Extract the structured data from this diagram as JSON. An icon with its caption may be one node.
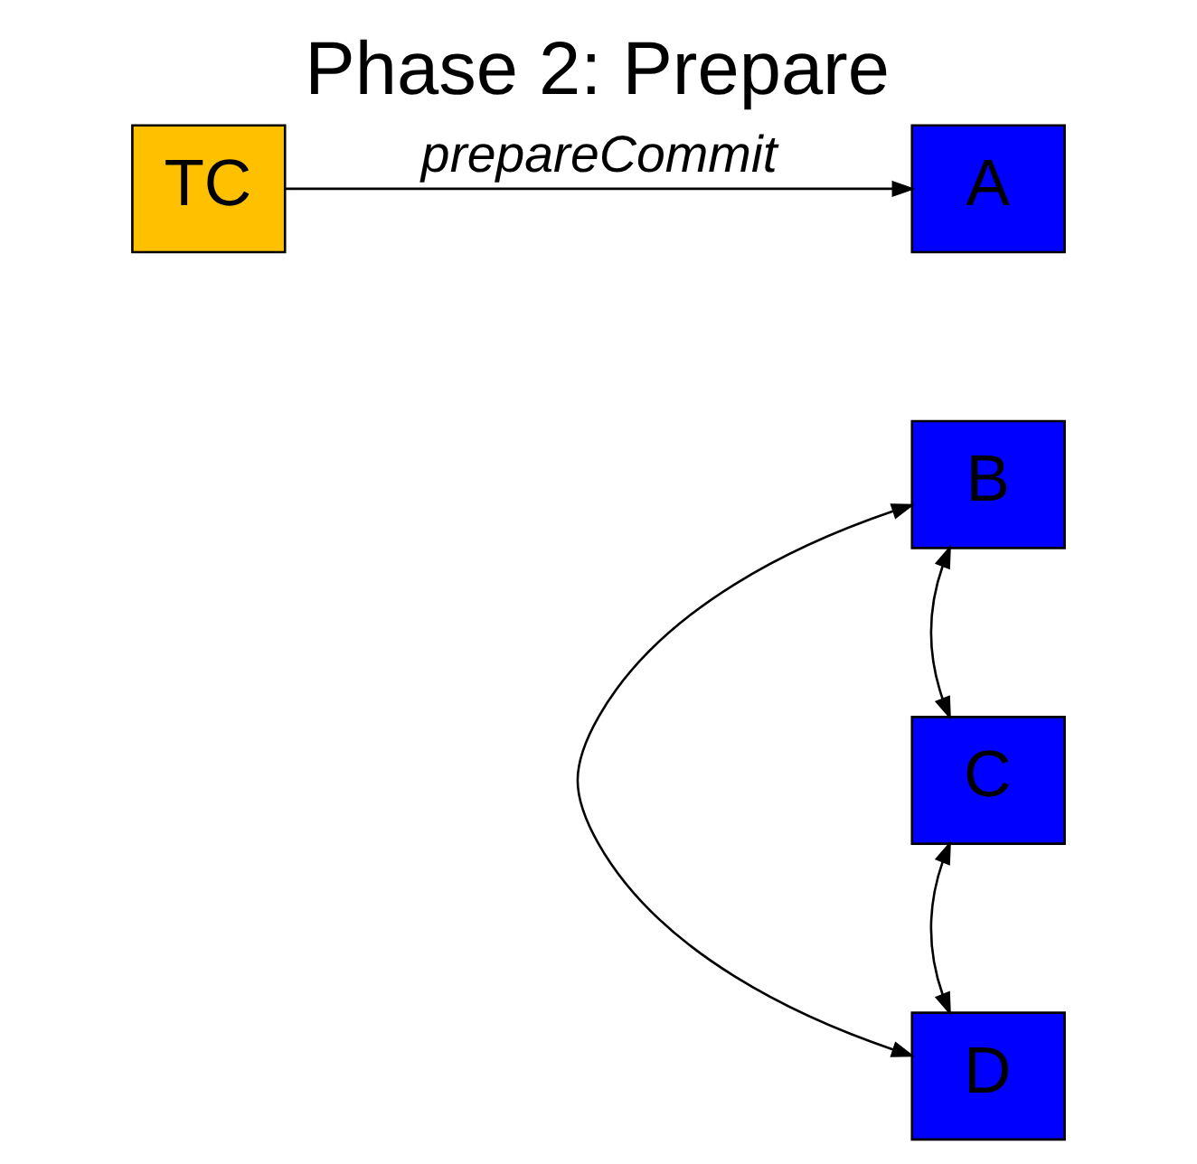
{
  "diagram": {
    "title": "Phase 2: Prepare",
    "nodes": [
      {
        "text": [
          "TC"
        ]
      },
      {
        "text": [
          "A"
        ]
      },
      {
        "text": [
          "B"
        ]
      },
      {
        "text": [
          "C"
        ]
      },
      {
        "text": [
          "D"
        ]
      }
    ],
    "edges": [
      {
        "from": 0,
        "to": 1,
        "arrow": "to",
        "label": "prepareCommit"
      },
      {
        "from": 2,
        "to": 3,
        "arrow": "both"
      },
      {
        "from": 3,
        "to": 4,
        "arrow": "both"
      },
      {
        "from": 2,
        "to": 4,
        "arrow": "both"
      }
    ]
  }
}
